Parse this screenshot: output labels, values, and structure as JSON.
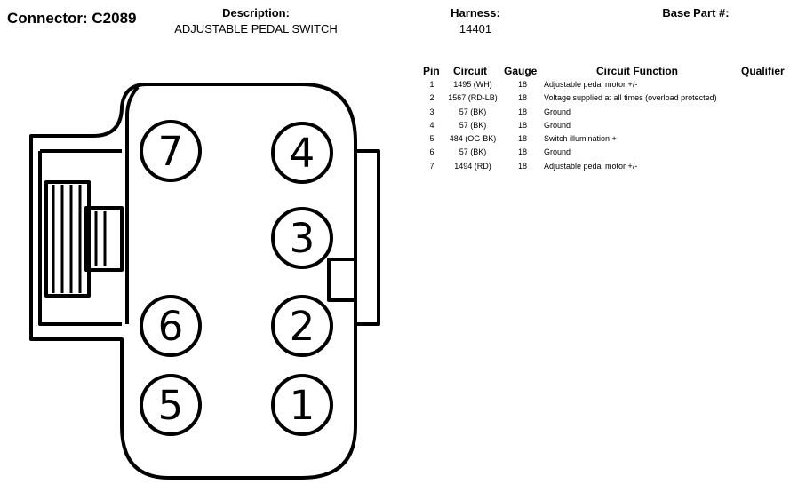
{
  "header": {
    "connector": "Connector: C2089",
    "description_label": "Description:",
    "description_value": "ADJUSTABLE PEDAL SWITCH",
    "harness_label": "Harness:",
    "harness_value": "14401",
    "base_part_label": "Base Part #:"
  },
  "table": {
    "headers": {
      "pin": "Pin",
      "circuit": "Circuit",
      "gauge": "Gauge",
      "function": "Circuit Function",
      "qualifier": "Qualifier"
    },
    "rows": [
      {
        "pin": "1",
        "circuit": "1495 (WH)",
        "gauge": "18",
        "function": "Adjustable pedal motor +/-"
      },
      {
        "pin": "2",
        "circuit": "1567 (RD-LB)",
        "gauge": "18",
        "function": "Voltage supplied at all times (overload protected)"
      },
      {
        "pin": "3",
        "circuit": "57 (BK)",
        "gauge": "18",
        "function": "Ground"
      },
      {
        "pin": "4",
        "circuit": "57 (BK)",
        "gauge": "18",
        "function": "Ground"
      },
      {
        "pin": "5",
        "circuit": "484 (OG-BK)",
        "gauge": "18",
        "function": "Switch illumination +"
      },
      {
        "pin": "6",
        "circuit": "57 (BK)",
        "gauge": "18",
        "function": "Ground"
      },
      {
        "pin": "7",
        "circuit": "1494 (RD)",
        "gauge": "18",
        "function": "Adjustable pedal motor +/-"
      }
    ]
  },
  "diagram": {
    "pins": [
      {
        "label": "7"
      },
      {
        "label": "4"
      },
      {
        "label": "3"
      },
      {
        "label": "6"
      },
      {
        "label": "2"
      },
      {
        "label": "5"
      },
      {
        "label": "1"
      }
    ]
  }
}
